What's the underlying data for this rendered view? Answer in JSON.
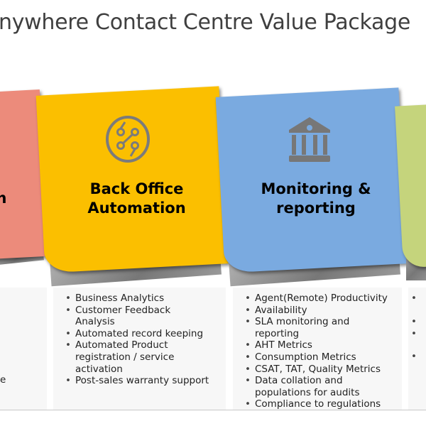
{
  "title": "nywhere Contact Centre Value Package",
  "cards": [
    {
      "label": "n",
      "color": "#ec8b7b"
    },
    {
      "label_line1": "Back Office",
      "label_line2": "Automation",
      "icon": "circuit-icon",
      "color": "#fbbf00"
    },
    {
      "label_line1": "Monitoring &",
      "label_line2": "reporting",
      "icon": "bank-icon",
      "color": "#7aaae0"
    },
    {
      "color": "#c5d47c"
    }
  ],
  "columns": [
    {
      "items": [
        "e"
      ]
    },
    {
      "items": [
        "Business Analytics",
        "Customer Feedback Analysis",
        "Automated record keeping",
        "Automated Product registration / service activation",
        "Post-sales warranty support"
      ]
    },
    {
      "items": [
        "Agent(Remote) Productivity",
        "Availability",
        "SLA monitoring and reporting",
        "AHT Metrics",
        "Consumption Metrics",
        "CSAT, TAT, Quality Metrics",
        "Data collation and populations for audits",
        "Compliance to regulations"
      ]
    }
  ]
}
